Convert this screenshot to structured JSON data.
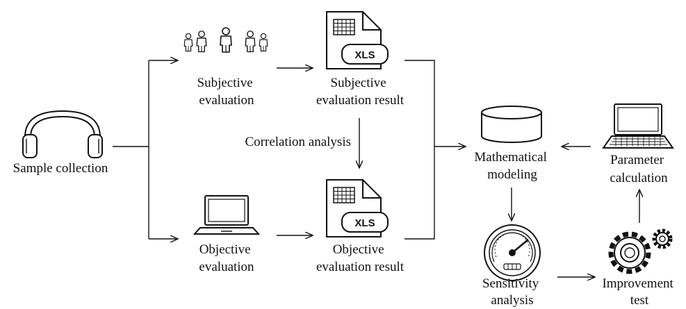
{
  "diagram": {
    "nodes": {
      "sample_collection": {
        "label": "Sample collection",
        "icon": "headphones-icon"
      },
      "subjective_evaluation": {
        "lines": [
          "Subjective",
          "evaluation"
        ],
        "icon": "people-group-icon"
      },
      "subjective_result": {
        "lines": [
          "Subjective",
          "evaluation result"
        ],
        "icon": "xls-file-icon",
        "badge": "XLS"
      },
      "objective_evaluation": {
        "lines": [
          "Objective",
          "evaluation"
        ],
        "icon": "laptop-icon"
      },
      "objective_result": {
        "lines": [
          "Objective",
          "evaluation result"
        ],
        "icon": "xls-file-icon",
        "badge": "XLS"
      },
      "mathematical_modeling": {
        "lines": [
          "Mathematical",
          "modeling"
        ],
        "icon": "database-cylinder-icon"
      },
      "parameter_calculation": {
        "lines": [
          "Parameter",
          "calculation"
        ],
        "icon": "laptop-keyboard-icon"
      },
      "sensitivity_analysis": {
        "lines": [
          "Sensitivity",
          "analysis"
        ],
        "icon": "gauge-icon"
      },
      "improvement_test": {
        "lines": [
          "Improvement",
          "test"
        ],
        "icon": "gears-icon"
      }
    },
    "edge_labels": {
      "correlation": "Correlation analysis"
    },
    "stroke_color": "#111111"
  }
}
